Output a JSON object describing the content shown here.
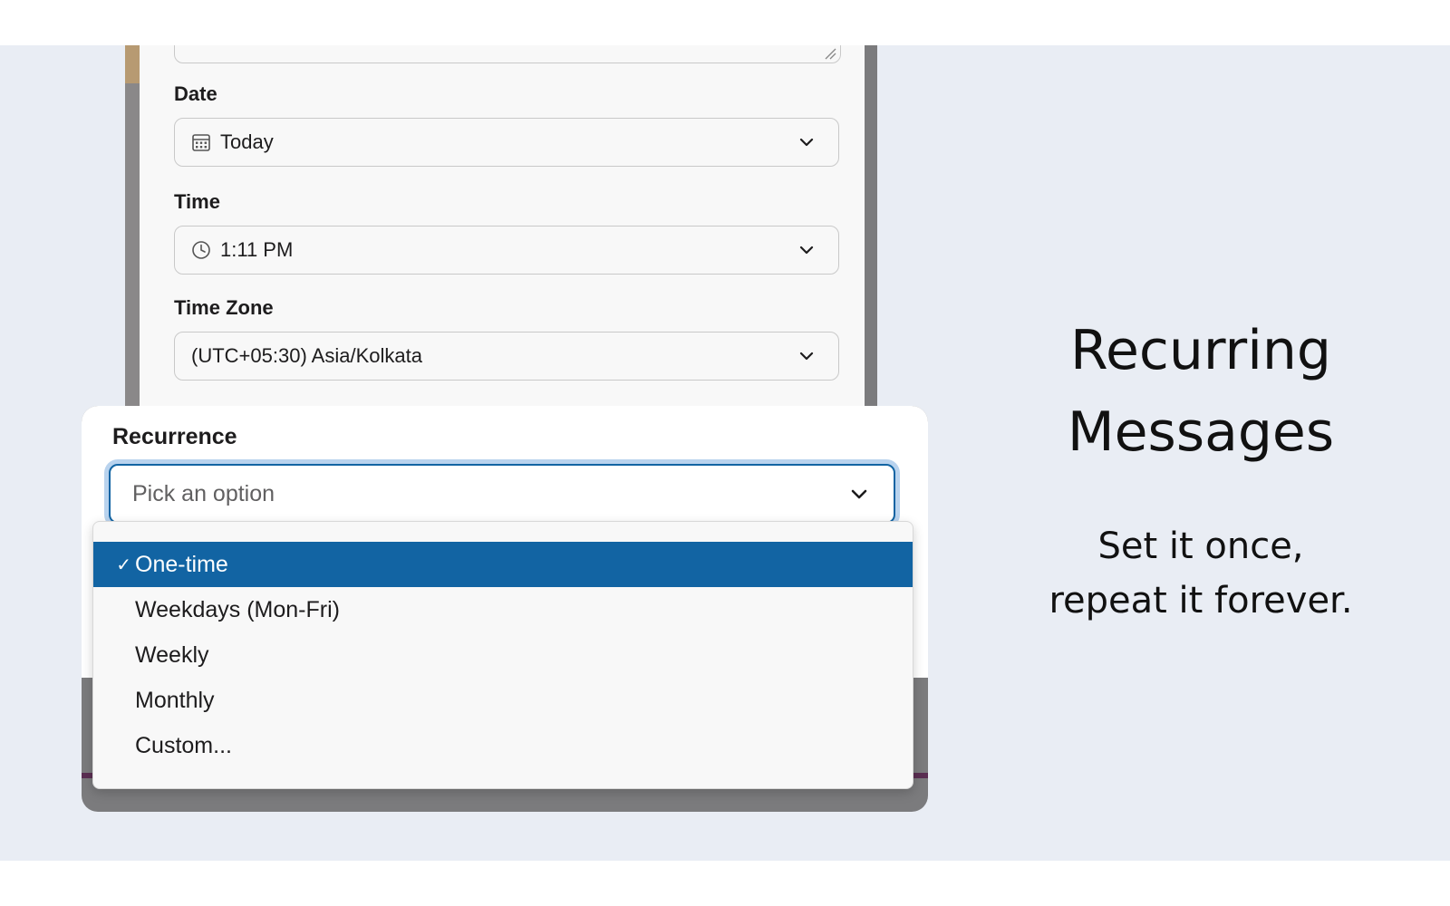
{
  "form": {
    "date": {
      "label": "Date",
      "value": "Today",
      "icon": "calendar-icon"
    },
    "time": {
      "label": "Time",
      "value": "1:11 PM",
      "icon": "clock-icon"
    },
    "timezone": {
      "label": "Time Zone",
      "value": "(UTC+05:30) Asia/Kolkata"
    }
  },
  "recurrence": {
    "label": "Recurrence",
    "placeholder": "Pick an option",
    "options": [
      {
        "label": "One-time",
        "selected": true
      },
      {
        "label": "Weekdays (Mon-Fri)",
        "selected": false
      },
      {
        "label": "Weekly",
        "selected": false
      },
      {
        "label": "Monthly",
        "selected": false
      },
      {
        "label": "Custom...",
        "selected": false
      }
    ],
    "check_glyph": "✓"
  },
  "promo": {
    "title_line1": "Recurring",
    "title_line2": "Messages",
    "subtitle_line1": "Set it once,",
    "subtitle_line2": "repeat it forever."
  },
  "colors": {
    "accent": "#1264a3",
    "focus_ring": "#b9d3ee",
    "background": "#e9edf4"
  }
}
